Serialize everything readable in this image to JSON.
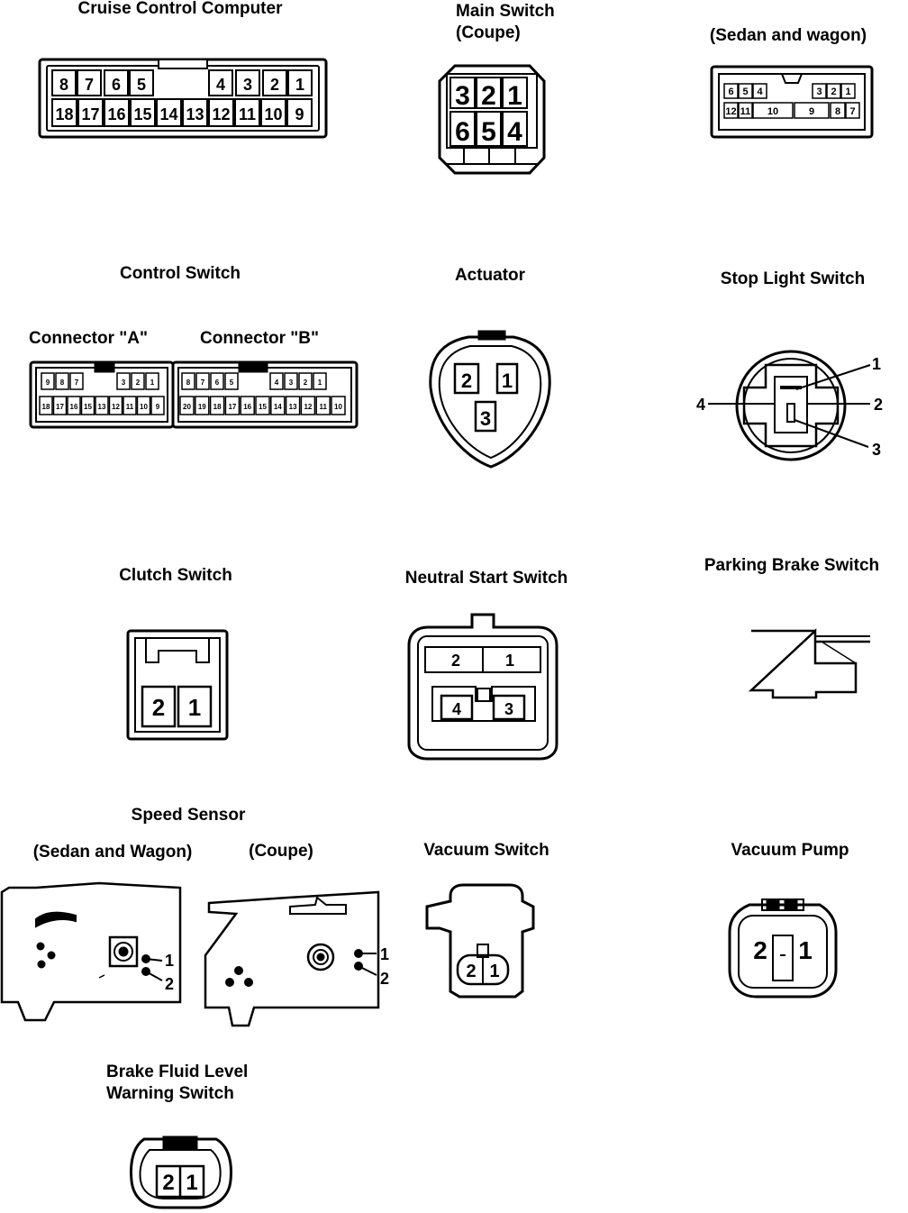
{
  "cruise_computer": {
    "title": "Cruise Control Computer",
    "top_pins": [
      "8",
      "7",
      "6",
      "5",
      "4",
      "3",
      "2",
      "1"
    ],
    "bottom_pins": [
      "18",
      "17",
      "16",
      "15",
      "14",
      "13",
      "12",
      "11",
      "10",
      "9"
    ]
  },
  "main_switch": {
    "title_line1": "Main Switch",
    "title_line2": "(Coupe)",
    "top_pins": [
      "3",
      "2",
      "1"
    ],
    "bottom_pins": [
      "6",
      "5",
      "4"
    ]
  },
  "sedan_wagon_switch": {
    "title": "(Sedan and wagon)",
    "top_pins": [
      "6",
      "5",
      "4",
      "3",
      "2",
      "1"
    ],
    "bottom_pins": [
      "12",
      "11",
      "10",
      "9",
      "8",
      "7"
    ]
  },
  "control_switch": {
    "title": "Control Switch",
    "connector_a": "Connector \"A\"",
    "connector_b": "Connector \"B\"",
    "a_top": [
      "9",
      "8",
      "7",
      "3",
      "2",
      "1"
    ],
    "a_bottom": [
      "18",
      "17",
      "16",
      "15",
      "13",
      "12",
      "11",
      "10",
      "9"
    ],
    "b_top": [
      "8",
      "7",
      "6",
      "5",
      "4",
      "3",
      "2",
      "1"
    ],
    "b_bottom": [
      "20",
      "19",
      "18",
      "17",
      "16",
      "15",
      "14",
      "13",
      "12",
      "11",
      "10"
    ]
  },
  "actuator": {
    "title": "Actuator",
    "pins": [
      "2",
      "1",
      "3"
    ]
  },
  "stop_light_switch": {
    "title": "Stop Light Switch",
    "callouts": [
      "1",
      "2",
      "3",
      "4"
    ]
  },
  "clutch_switch": {
    "title": "Clutch Switch",
    "pins": [
      "2",
      "1"
    ]
  },
  "neutral_start_switch": {
    "title": "Neutral Start Switch",
    "pins": [
      "2",
      "1",
      "4",
      "3"
    ]
  },
  "parking_brake_switch": {
    "title": "Parking Brake Switch"
  },
  "speed_sensor": {
    "title": "Speed Sensor",
    "sedan_label": "(Sedan and Wagon)",
    "coupe_label": "(Coupe)",
    "sedan_callouts": [
      "1",
      "2"
    ],
    "coupe_callouts": [
      "1",
      "2"
    ]
  },
  "vacuum_switch": {
    "title": "Vacuum Switch",
    "pins": [
      "2",
      "1"
    ]
  },
  "vacuum_pump": {
    "title": "Vacuum Pump",
    "pins": [
      "2",
      "1"
    ]
  },
  "brake_fluid_switch": {
    "title_line1": "Brake Fluid Level",
    "title_line2": "Warning Switch",
    "pins": [
      "2",
      "1"
    ]
  },
  "colors": {
    "ink": "#000000",
    "paper": "#ffffff"
  }
}
